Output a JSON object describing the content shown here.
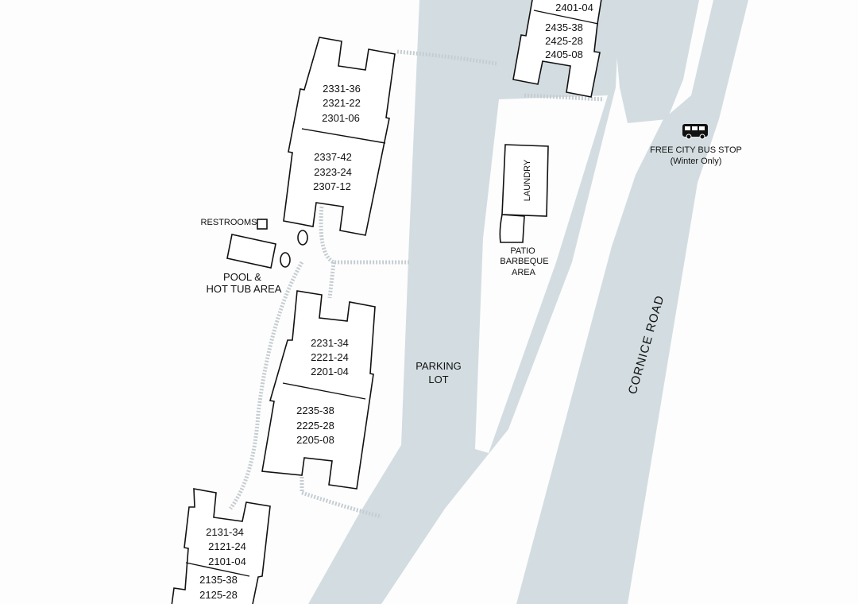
{
  "colors": {
    "paved": "#d3dde1",
    "line": "#111111",
    "paths": "#c5cdd2"
  },
  "buildings": [
    {
      "name": "building-2300",
      "upper": [
        "2331-36",
        "2321-22",
        "2301-06"
      ],
      "lower": [
        "2337-42",
        "2323-24",
        "2307-12"
      ]
    },
    {
      "name": "building-2200",
      "upper": [
        "2231-34",
        "2221-24",
        "2201-04"
      ],
      "lower": [
        "2235-38",
        "2225-28",
        "2205-08"
      ]
    },
    {
      "name": "building-2100",
      "upper": [
        "2131-34",
        "2121-24",
        "2101-04"
      ],
      "lower": [
        "2135-38",
        "2125-28"
      ]
    },
    {
      "name": "building-2400",
      "upper": [
        "2401-04"
      ],
      "lower": [
        "2435-38",
        "2425-28",
        "2405-08"
      ]
    }
  ],
  "labels": {
    "restrooms": "RESTROOMS",
    "pool_1": "POOL &",
    "pool_2": "HOT TUB AREA",
    "laundry": "LAUNDRY",
    "patio_1": "PATIO",
    "patio_2": "BARBEQUE",
    "patio_3": "AREA",
    "parking_1": "PARKING",
    "parking_2": "LOT",
    "road": "CORNICE ROAD",
    "bus_1": "FREE CITY BUS STOP",
    "bus_2": "(Winter Only)"
  },
  "icons": {
    "bus": "bus-icon"
  }
}
